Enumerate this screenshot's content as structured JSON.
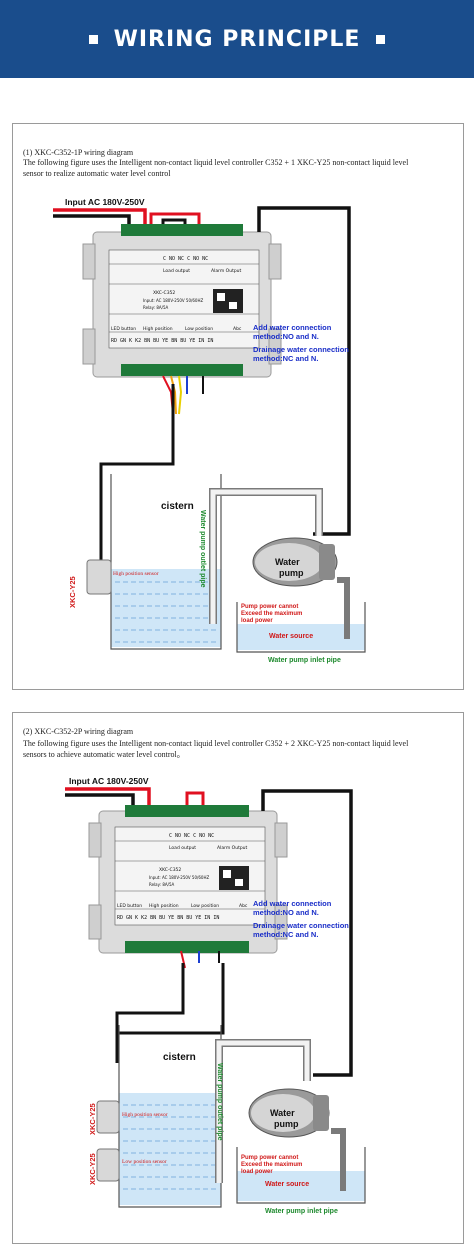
{
  "banner": {
    "title": "WIRING PRINCIPLE"
  },
  "panels": [
    {
      "heading": "(1) XKC-C352-1P wiring diagram",
      "desc_line1": "The following figure uses the Intelligent non-contact liquid level controller C352    + 1 XKC-Y25 non-contact liquid level",
      "desc_line2": "sensor to realize automatic water level control",
      "labels": {
        "input_ac": "Input AC 180V-250V",
        "add_water": "Add water connection",
        "add_water_2": "method:NO and N.",
        "drainage": "Drainage water connection",
        "drainage_2": "method:NC and N.",
        "cistern": "cistern",
        "outlet_pipe": "Water pump outlet pipe",
        "pump_1": "Water",
        "pump_2": "pump",
        "pump_note_1": "Pump power cannot",
        "pump_note_2": "Exceed the maximum",
        "pump_note_3": "load power",
        "water_source": "Water source",
        "inlet_pipe": "Water pump inlet pipe",
        "sensor_model": "XKC-Y25",
        "high_sensor": "High position sensor"
      }
    },
    {
      "heading": "(2) XKC-C352-2P wiring diagram",
      "desc_line1": "The following figure uses the Intelligent non-contact liquid level controller C352    + 2 XKC-Y25 non-contact liquid level",
      "desc_line2": "sensors to achieve automatic water level control。",
      "labels": {
        "input_ac": "Input AC 180V-250V",
        "add_water": "Add water connection",
        "add_water_2": "method:NO and N.",
        "drainage": "Drainage water connection",
        "drainage_2": "method:NC and N.",
        "cistern": "cistern",
        "outlet_pipe": "Water pump outlet pipe",
        "pump_1": "Water",
        "pump_2": "pump",
        "pump_note_1": "Pump power cannot",
        "pump_note_2": "Exceed the maximum",
        "pump_note_3": "load power",
        "water_source": "Water source",
        "inlet_pipe": "Water pump inlet pipe",
        "sensor_model": "XKC-Y25",
        "sensor_model_2": "XKC-Y25",
        "high_sensor": "High position sensor",
        "low_sensor": "Low position sensor"
      }
    }
  ],
  "controller": {
    "terminals_top": "C  NO NC  C  NO NC",
    "top_label_left": "Load output",
    "top_label_right": "Alarm Output",
    "terminals_bottom": "RD GN K  K2 BN BU YE BN BU YE IN IN",
    "bottom_label_1": "LED button",
    "bottom_label_2": "High position",
    "bottom_label_3": "Low position",
    "bottom_label_4": "Abc",
    "model": "XKC-C352",
    "input": "Input: AC 180V-250V 50/60HZ",
    "relay": "Relay: 8A/5A",
    "brand": "XKC"
  },
  "colors": {
    "banner": "#1a4d8c",
    "wire_live": "#e01020",
    "wire_neutral": "#111111",
    "label_blue": "#1a2ec8",
    "label_green": "#1e8a2e",
    "label_red": "#d01818",
    "water": "#cfe6f7"
  }
}
